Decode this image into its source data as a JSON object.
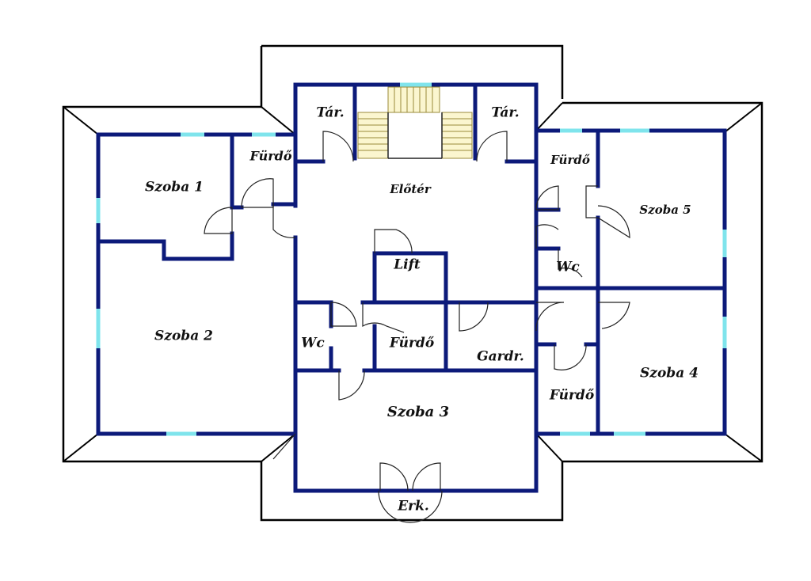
{
  "labels": {
    "tar_left": "Tár.",
    "tar_right": "Tár.",
    "furdo_top_left": "Fürdő",
    "eloter": "Előtér",
    "szoba1": "Szoba 1",
    "szoba2": "Szoba 2",
    "lift": "Lift",
    "wc_left": "Wc",
    "furdo_center": "Fürdő",
    "gardr": "Gardr.",
    "szoba3": "Szoba 3",
    "erk": "Erk.",
    "furdo_top_right": "Fürdő",
    "szoba5": "Szoba 5",
    "wc_right": "Wc",
    "szoba4": "Szoba 4",
    "furdo_bottom_right": "Fürdő"
  }
}
